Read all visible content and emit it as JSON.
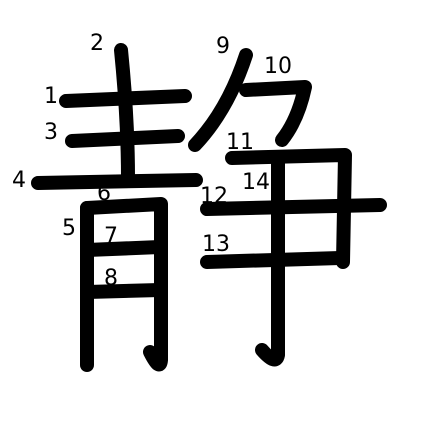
{
  "character": "静",
  "ink_color": "#000000",
  "background_color": "#ffffff",
  "stroke_numbers": [
    "1",
    "2",
    "3",
    "4",
    "5",
    "6",
    "7",
    "8",
    "9",
    "10",
    "11",
    "12",
    "13",
    "14"
  ]
}
